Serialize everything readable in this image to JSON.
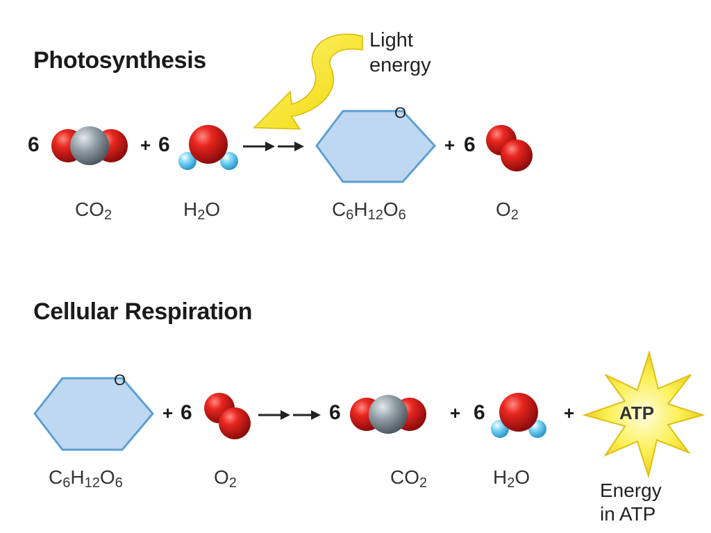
{
  "photosynthesis": {
    "title": "Photosynthesis",
    "light_energy": [
      "Light",
      "energy"
    ],
    "terms": {
      "co2_coef": "6",
      "h2o_coef": "6",
      "o2_coef": "6",
      "plus": "+"
    },
    "glucose_ring_atom": "O",
    "labels": {
      "co2": [
        "CO",
        "2",
        ""
      ],
      "h2o": [
        "H",
        "2",
        "O"
      ],
      "glucose": [
        "C",
        "6",
        "H",
        "12",
        "O",
        "6"
      ],
      "o2": [
        "O",
        "2"
      ]
    }
  },
  "respiration": {
    "title": "Cellular Respiration",
    "terms": {
      "o2_coef": "6",
      "co2_coef": "6",
      "h2o_coef": "6",
      "plus": "+"
    },
    "glucose_ring_atom": "O",
    "atp_burst_text": "ATP",
    "energy_label": [
      "Energy",
      "in ATP"
    ],
    "labels": {
      "glucose": [
        "C",
        "6",
        "H",
        "12",
        "O",
        "6"
      ],
      "o2": [
        "O",
        "2"
      ],
      "co2": [
        "CO",
        "2",
        ""
      ],
      "h2o": [
        "H",
        "2",
        "O"
      ]
    }
  },
  "colors": {
    "oxygen": "#d4181c",
    "carbon": "#8a959c",
    "hydrogen": "#5bc8f0",
    "glucose_fill": "#bfd8f2",
    "glucose_stroke": "#5a9fd4",
    "light_arrow": "#f2e01c",
    "atp_burst": "#f7ec33"
  }
}
